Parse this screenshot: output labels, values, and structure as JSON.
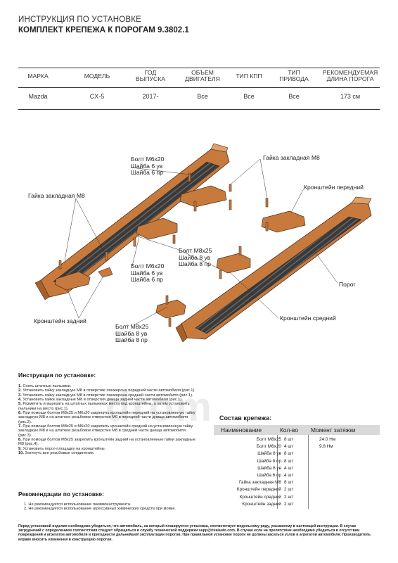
{
  "header": {
    "title": "ИНСТРУКЦИЯ ПО УСТАНОВКЕ",
    "subtitle": "КОМПЛЕКТ КРЕПЕЖА К ПОРОГАМ 9.3802.1"
  },
  "vehicle_table": {
    "columns": [
      {
        "header": "МАРКА",
        "value": "Mazda"
      },
      {
        "header": "МОДЕЛЬ",
        "value": "CX-5"
      },
      {
        "header": "ГОД ВЫПУСКА",
        "value": "2017-"
      },
      {
        "header": "ОБЪЕМ ДВИГАТЕЛЯ",
        "value": "Все"
      },
      {
        "header": "ТИП КПП",
        "value": "Все"
      },
      {
        "header": "ТИП ПРИВОДА",
        "value": "Все"
      },
      {
        "header": "РЕКОМЕНДУЕМАЯ ДЛИНА ПОРОГА",
        "value": "173 см"
      }
    ]
  },
  "diagram": {
    "colors": {
      "metal": "#c87a3c",
      "metal_light": "#e0a06a",
      "rubber": "#3a3a3a",
      "rubber_rib": "#6a6a6a",
      "outline": "#4a3020"
    },
    "labels": {
      "bolt_m6_top": [
        "Болт M6x20",
        "Шайба 6 ув",
        "Шайба 6 пр"
      ],
      "nut_m8_right": "Гайка закладная M8",
      "nut_m8_left": "Гайка закладная M8",
      "bracket_front": "Кронштейн передний",
      "bolt_m8_mid": [
        "Болт M8x25",
        "Шайба 8 ув",
        "Шайба 8 пр"
      ],
      "bolt_m6_mid": [
        "Болт M6x20",
        "Шайба 6 ув",
        "Шайба 6 пр"
      ],
      "sill": "Порог",
      "bracket_rear": "Кронштейн задний",
      "bracket_middle": "Кронштейн средний",
      "bolt_m8_bottom": [
        "Болт M8x25",
        "Шайба 8 ув",
        "Шайба 8 пр"
      ]
    }
  },
  "instructions": {
    "heading": "Инструкция по установке:",
    "steps": [
      {
        "num": "1.",
        "text": "Снять штатные пыльники."
      },
      {
        "num": "2.",
        "text": "Установить гайку закладную M8 в отверстие лонжерона передней части автомобиля (рис.1)."
      },
      {
        "num": "3.",
        "text": "Установить гайку закладную M8 в отверстие лонжерона средней части автомобиля (рис.1)."
      },
      {
        "num": "4.",
        "text": "Установить гайки закладные M8 в отверстия днища задней части автомобиля (рис.1)."
      },
      {
        "num": "5.",
        "text": "Разметить и вырезать на штатных пыльниках места под кронштейны, а затем установить пыльники на место (рис.1)."
      },
      {
        "num": "6.",
        "text": "При помощи болтов M8x25 и M6x20 закрепить кронштейн передний на установленную гайку закладную M8 и на штатное резьбовое отверстие M6 в передней части днища автомобиля (рис.2)."
      },
      {
        "num": "7.",
        "text": "При помощи болтов M8x25 и M6x20 закрепить кронштейн средний на установленную гайку закладную M8 и на штатное резьбовое отверстие M8 в средней части днища автомобиля (рис.3)."
      },
      {
        "num": "8.",
        "text": "При помощи болтов M8x25 закрепить кронштейн задний на установленные гайки закладные M8 (рис.4)."
      },
      {
        "num": "9.",
        "text": "Установить порог-площадку на кронштейны."
      },
      {
        "num": "10.",
        "text": "Затянуть все резьбовые соединения."
      }
    ]
  },
  "recommendations": {
    "heading": "Рекомендации по установке:",
    "items": [
      {
        "num": "1.",
        "text": "Не рекомендуется использование пневмоинструмента."
      },
      {
        "num": "2.",
        "text": "Не рекомендуется использование агрессивных химических средств при мойке."
      }
    ]
  },
  "footer": "Перед установкой изделия необходимо убедиться, что автомобиль, на который планируется установка, соответствует модельному ряду, указанному в настоящей инструкции. В случае затруднений с определением соответствия следует обращаться в службу технической поддержки supp@rivalauto.com. В случае если на препятствие необходимо убедиться в отсутствии повреждений и агрегатов автомобиля и пригодности дальнейшей эксплуатации порогов. При правильной установке пороги не должны касаться узлов и агрегатов автомобиля. Производитель вправе вносить изменения в конструкцию порогов.",
  "watermark": "drom",
  "kit": {
    "heading": "Состав крепежа:",
    "columns": [
      "Наименование",
      "Кол-во",
      "Момент затяжки"
    ],
    "rows": [
      {
        "name": "Болт M8x25",
        "qty": "8 шт",
        "torque": "24.0 Нм"
      },
      {
        "name": "Болт M6x20",
        "qty": "4 шт",
        "torque": "9.8 Нм"
      },
      {
        "name": "Шайба 8 ув",
        "qty": "8 шт",
        "torque": ""
      },
      {
        "name": "Шайба 8 пр",
        "qty": "8 шт",
        "torque": ""
      },
      {
        "name": "Шайба 6 ув",
        "qty": "4 шт",
        "torque": ""
      },
      {
        "name": "Шайба 6 пр",
        "qty": "4 шт",
        "torque": ""
      },
      {
        "name": "Гайка закладная M8",
        "qty": "8 шт",
        "torque": ""
      },
      {
        "name": "Кронштейн передний",
        "qty": "2 шт",
        "torque": ""
      },
      {
        "name": "Кронштейн средний",
        "qty": "2 шт",
        "torque": ""
      },
      {
        "name": "Кронштейн задний",
        "qty": "2 шт",
        "torque": ""
      }
    ]
  }
}
